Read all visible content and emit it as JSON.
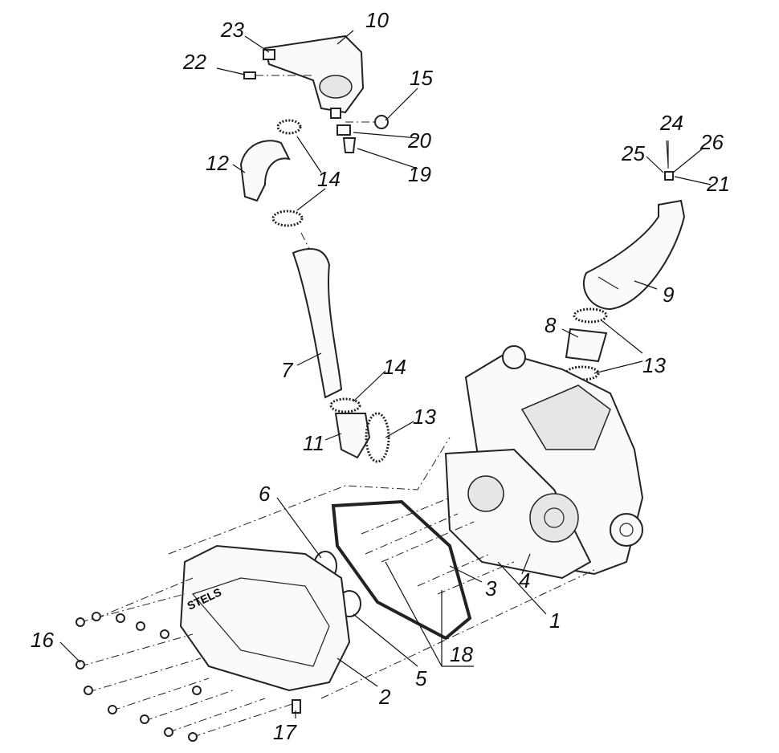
{
  "diagram": {
    "type": "exploded-parts-view",
    "labels": {
      "l1": "1",
      "l2": "2",
      "l3": "3",
      "l4": "4",
      "l5": "5",
      "l6": "6",
      "l7": "7",
      "l8": "8",
      "l9": "9",
      "l10": "10",
      "l11": "11",
      "l12": "12",
      "l13a": "13",
      "l13b": "13",
      "l14a": "14",
      "l14b": "14",
      "l15": "15",
      "l16": "16",
      "l17": "17",
      "l18": "18",
      "l19": "19",
      "l20": "20",
      "l21": "21",
      "l22": "22",
      "l23": "23",
      "l24": "24",
      "l25": "25",
      "l26": "26"
    },
    "logo_text": "STELS"
  }
}
